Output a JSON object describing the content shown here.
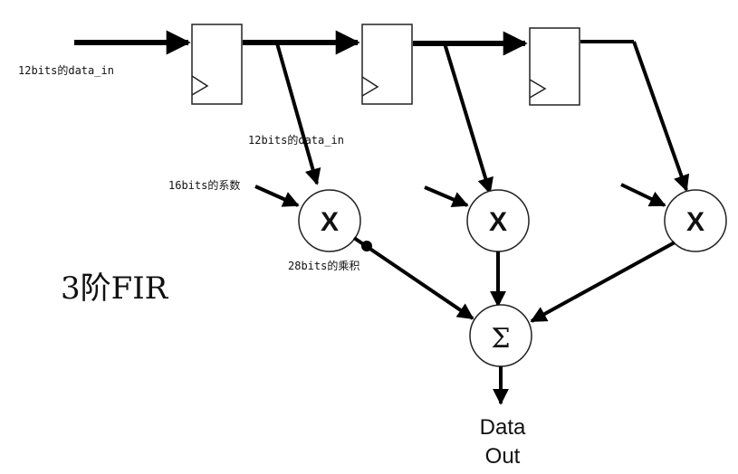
{
  "diagram": {
    "title": "3阶FIR",
    "labels": {
      "data_in_top": "12bits的data_in",
      "data_in_tap": "12bits的data_in",
      "coefficient": "16bits的系数",
      "product": "28bits的乘积"
    },
    "registers": 3,
    "multiplier_symbol": "X",
    "adder_symbol": "Σ",
    "output_label_line1": "Data",
    "output_label_line2": "Out"
  }
}
